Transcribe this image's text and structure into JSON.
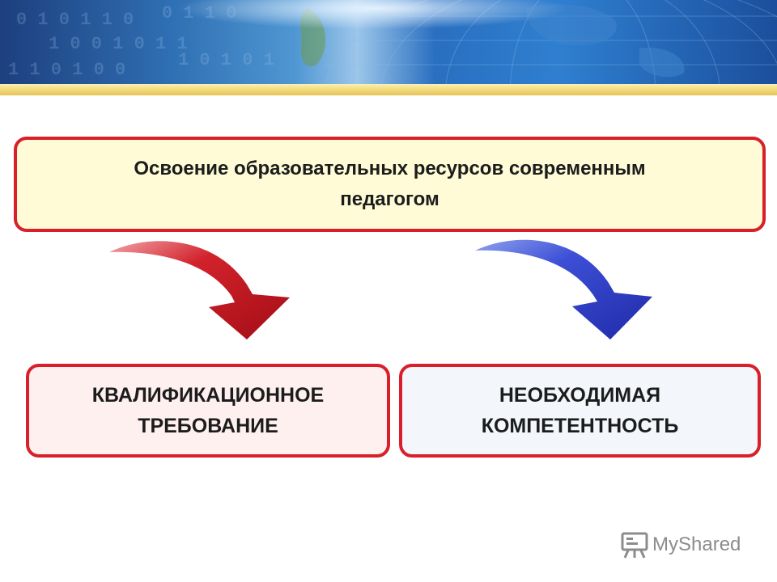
{
  "top_box": {
    "text": "Освоение образовательных ресурсов современным педагогом"
  },
  "left_box": {
    "line1": "КВАЛИФИКАЦИОННОЕ",
    "line2": "ТРЕБОВАНИЕ"
  },
  "right_box": {
    "line1": "НЕОБХОДИМАЯ",
    "line2": "КОМПЕТЕНТНОСТЬ"
  },
  "watermark": {
    "text": "MyShared"
  },
  "colors": {
    "box_border": "#d81f2a",
    "arrow_left": "#c4161c",
    "arrow_right": "#2f3fc8",
    "banner_accent": "#e8c65a"
  },
  "icons": {
    "watermark_icon": "presentation-board-icon"
  }
}
